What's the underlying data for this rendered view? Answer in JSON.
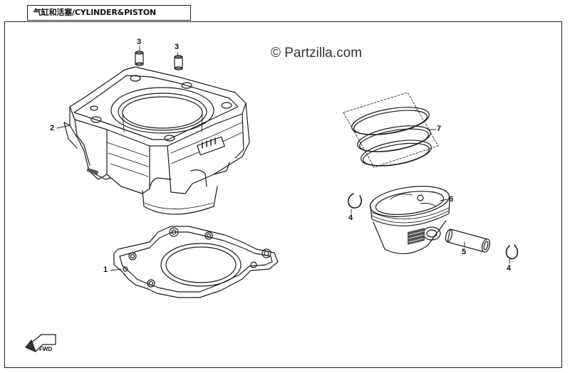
{
  "title": "气缸和活塞/CYLINDER&PISTON",
  "watermark": "© Partzilla.com",
  "front_marker": "FWD",
  "callouts": {
    "c1": "1",
    "c2": "2",
    "c3a": "3",
    "c3b": "3",
    "c4a": "4",
    "c4b": "4",
    "c5": "5",
    "c6": "6",
    "c7": "7"
  },
  "parts": [
    {
      "ref": "1",
      "name": "cylinder-gasket"
    },
    {
      "ref": "2",
      "name": "cylinder"
    },
    {
      "ref": "3",
      "name": "dowel-pin"
    },
    {
      "ref": "4",
      "name": "piston-pin-clip"
    },
    {
      "ref": "5",
      "name": "piston-pin"
    },
    {
      "ref": "6",
      "name": "piston"
    },
    {
      "ref": "7",
      "name": "piston-ring-set"
    }
  ]
}
